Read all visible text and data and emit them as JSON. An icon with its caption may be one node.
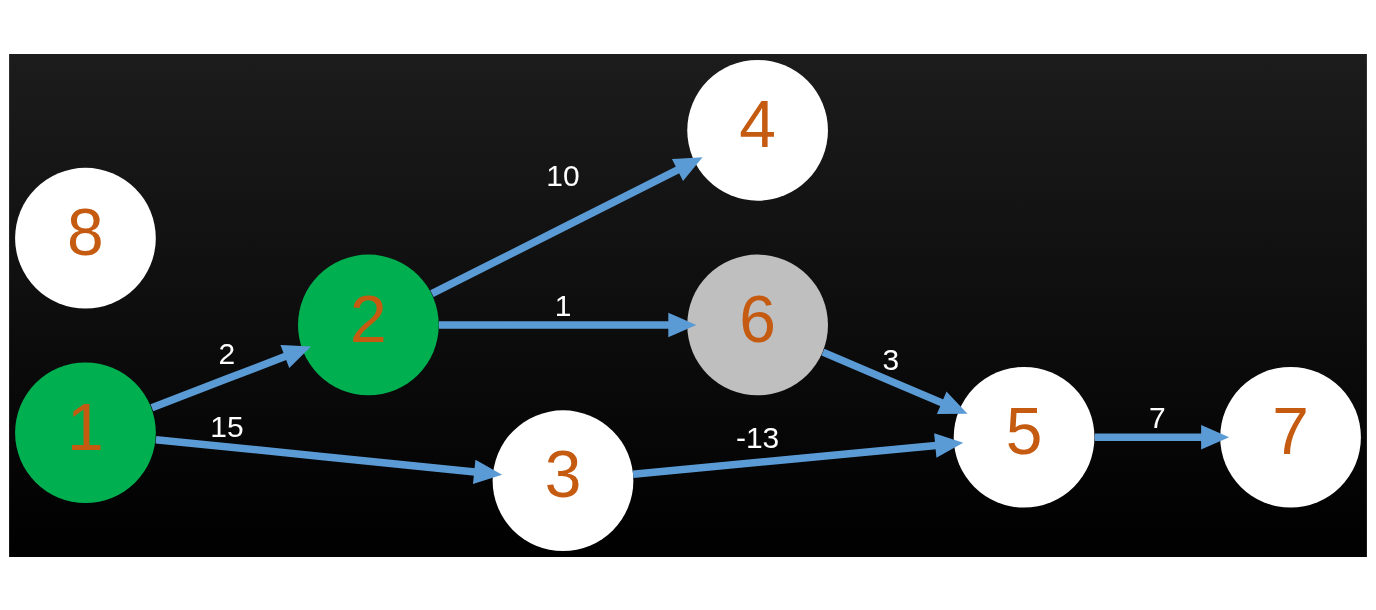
{
  "diagram": {
    "nodes": [
      {
        "text": [
          "1"
        ]
      },
      {
        "text": [
          "2"
        ]
      },
      {
        "text": [
          "3"
        ]
      },
      {
        "text": [
          "4"
        ]
      },
      {
        "text": [
          "5"
        ]
      },
      {
        "text": [
          "6"
        ]
      },
      {
        "text": [
          "7"
        ]
      },
      {
        "text": [
          "8"
        ]
      }
    ],
    "edges": [
      {
        "from": 0,
        "to": 2,
        "arrow": "to",
        "label": "15"
      },
      {
        "from": 0,
        "to": 1,
        "arrow": "to",
        "label": "2"
      },
      {
        "from": 2,
        "to": 4,
        "arrow": "to",
        "label": "-13"
      },
      {
        "from": 4,
        "to": 6,
        "arrow": "to",
        "label": "7"
      },
      {
        "from": 1,
        "to": 5,
        "arrow": "to",
        "label": "1"
      },
      {
        "from": 1,
        "to": 3,
        "arrow": "to",
        "label": "10"
      },
      {
        "from": 5,
        "to": 4,
        "arrow": "to",
        "label": "3"
      }
    ]
  }
}
